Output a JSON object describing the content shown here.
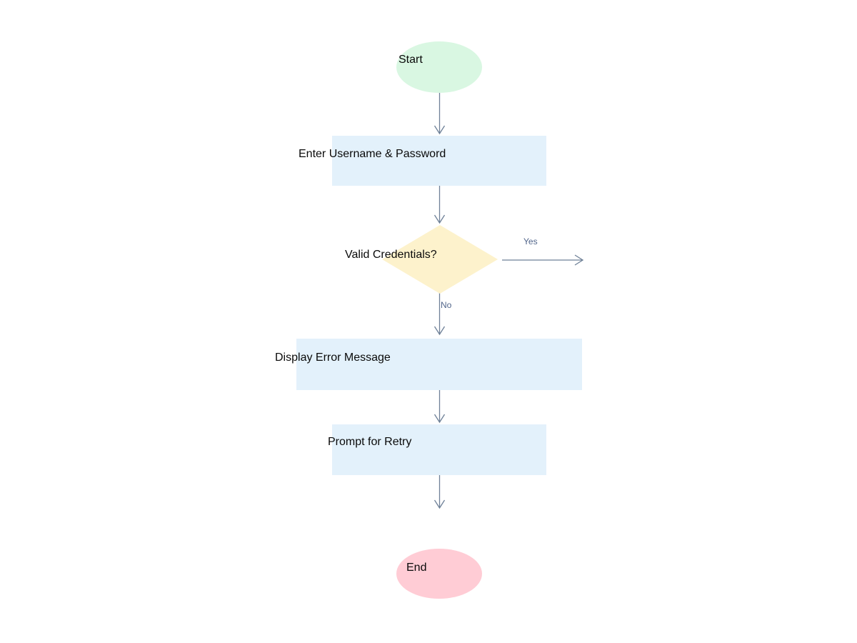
{
  "diagram": {
    "background": "#ffffff",
    "nodes": {
      "start": {
        "label": "Start",
        "shape": "ellipse",
        "fill": "#d9f7e2"
      },
      "enter_credentials": {
        "label": "Enter Username & Password",
        "shape": "rect",
        "fill": "#e3f1fb"
      },
      "valid_credentials": {
        "label": "Valid Credentials?",
        "shape": "diamond",
        "fill": "#fdf2cc"
      },
      "display_error": {
        "label": "Display Error Message",
        "shape": "rect",
        "fill": "#e3f1fb"
      },
      "prompt_retry": {
        "label": "Prompt for Retry",
        "shape": "rect",
        "fill": "#e3f1fb"
      },
      "end": {
        "label": "End",
        "shape": "ellipse",
        "fill": "#ffccd5"
      }
    },
    "edge_labels": {
      "yes": "Yes",
      "no": "No"
    },
    "colors": {
      "arrow": "#6e8097",
      "edge_label_text": "#51658a",
      "node_text": "#0a0a0a"
    }
  }
}
